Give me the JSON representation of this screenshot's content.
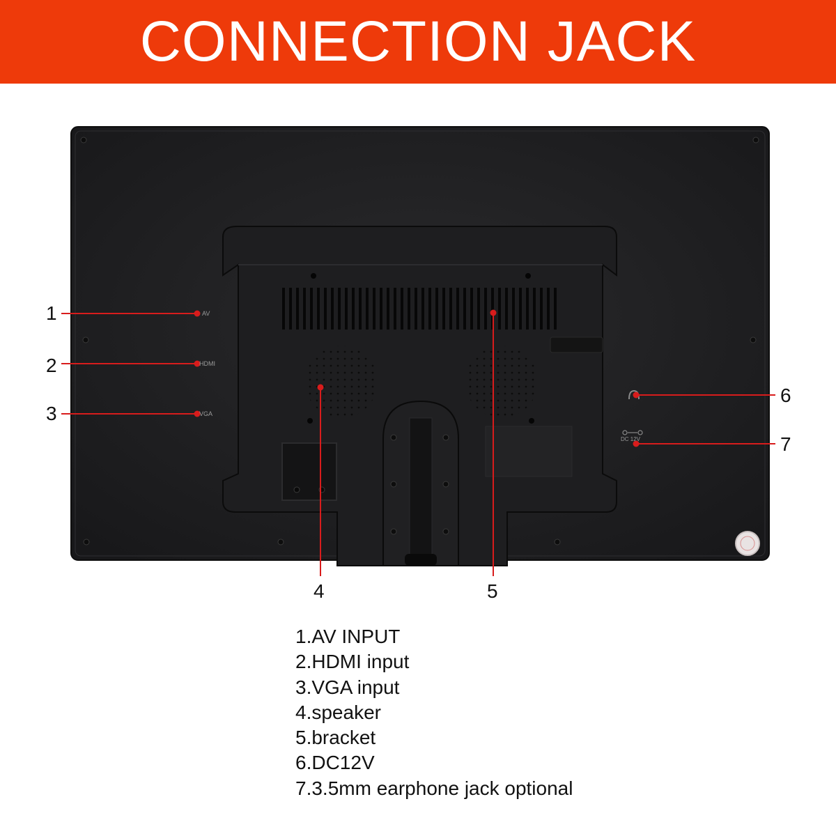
{
  "banner": {
    "title": "CONNECTION JACK"
  },
  "callouts": {
    "n1": "1",
    "n2": "2",
    "n3": "3",
    "n4": "4",
    "n5": "5",
    "n6": "6",
    "n7": "7"
  },
  "ports": {
    "av": "AV",
    "hdmi": "HDMI",
    "vga": "VGA",
    "dc": "DC 12V"
  },
  "legend": {
    "items": [
      "1.AV INPUT",
      "2.HDMI input",
      "3.VGA input",
      "4.speaker",
      "5.bracket",
      "6.DC12V",
      "7.3.5mm earphone jack optional"
    ]
  },
  "colors": {
    "banner": "#ee3a0a",
    "device": "#1c1c1e",
    "leader_line": "#d81c1c"
  }
}
